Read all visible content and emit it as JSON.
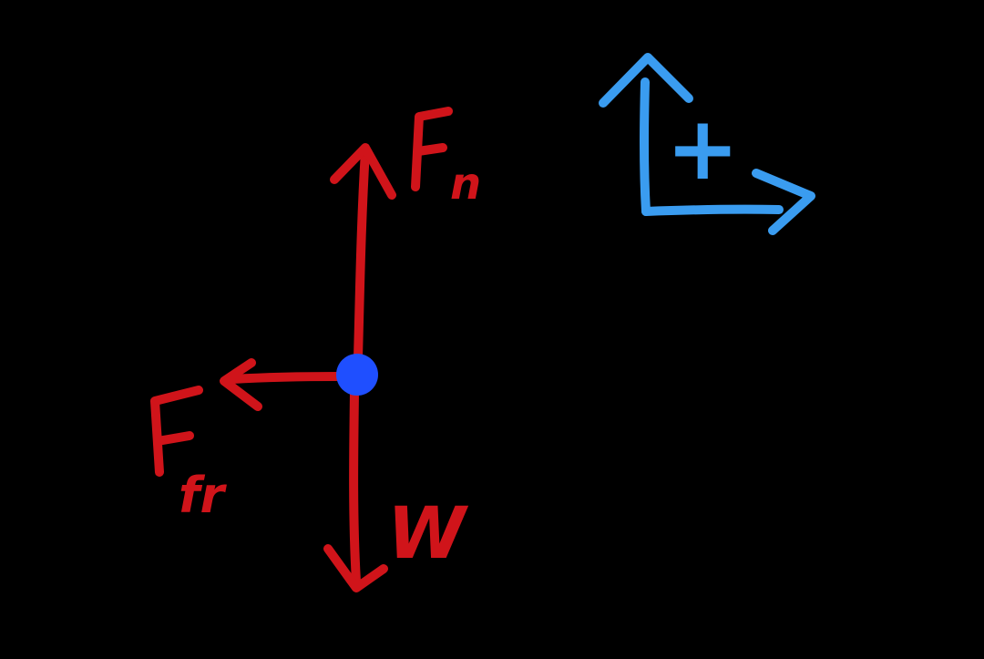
{
  "colors": {
    "background": "#000000",
    "force": "#d0141a",
    "body_point": "#1f4fff",
    "axes": "#3a9cf0"
  },
  "forces": {
    "normal": {
      "symbol": "F",
      "subscript": "n",
      "direction": "up"
    },
    "weight": {
      "symbol": "W",
      "direction": "down"
    },
    "friction": {
      "symbol": "F",
      "subscript": "fr",
      "direction": "left"
    }
  },
  "axes": {
    "sign_label": "+",
    "directions": [
      "up",
      "right"
    ]
  }
}
